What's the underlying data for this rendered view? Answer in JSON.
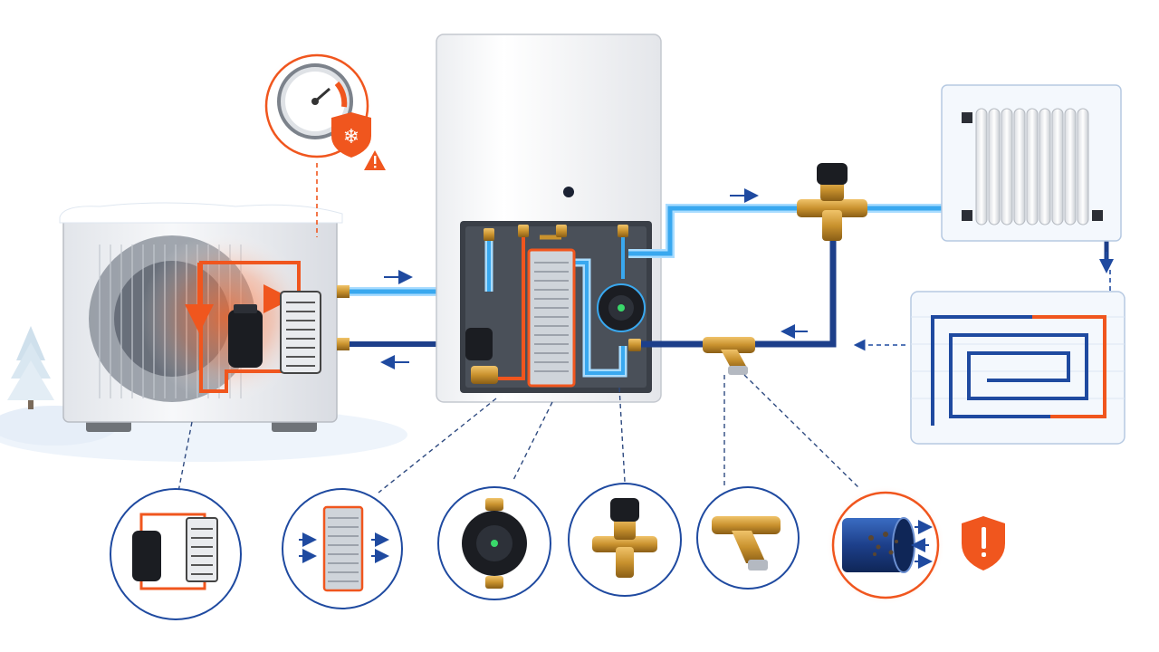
{
  "colors": {
    "hot": "#f0561e",
    "hot_glow": "#ff8a5a",
    "supply": "#39a8ef",
    "supply_glow": "#a9dcff",
    "return": "#1d3f8a",
    "brass": "#c9922e",
    "brass_dark": "#8a5e16",
    "outline": "#1f4aa0",
    "leader": "#2e4a80",
    "warning": "#f0561e",
    "unit_white": "#f4f5f7",
    "snow": "#eef4fb"
  },
  "icons": {
    "gauge": "pressure-gauge-icon",
    "frost": "frost-protection-shield-icon",
    "warn": "warning-triangle-icon",
    "alert": "alert-shield-icon"
  },
  "components": [
    "outdoor-heat-pump-unit",
    "indoor-hydraulic-module",
    "plate-heat-exchanger",
    "circulation-pump",
    "three-way-mixing-valve",
    "y-strainer",
    "radiator",
    "underfloor-heating-loop"
  ],
  "detail_callouts": [
    "refrigerant-circuit-detail",
    "heat-exchanger-detail",
    "circulation-pump-detail",
    "mixing-valve-detail",
    "strainer-detail",
    "clogged-pipe-detail"
  ]
}
